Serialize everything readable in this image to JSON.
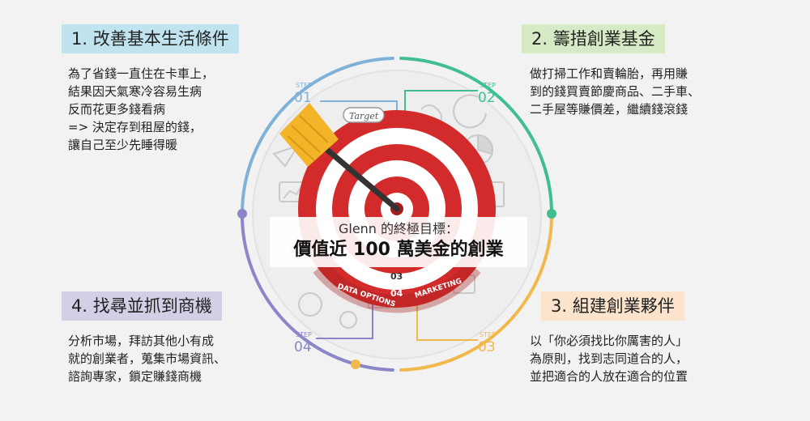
{
  "goal": {
    "line1": "Glenn 的終極目標：",
    "line2": "價值近 100 萬美金的創業"
  },
  "steps": [
    {
      "title": "1. 改善基本生活條件",
      "body": "為了省錢一直住在卡車上，\n結果因天氣寒冷容易生病\n反而花更多錢看病\n=> 決定存到租屋的錢，\n讓自己至少先睡得暖",
      "marker_word": "STEP",
      "marker_num": "01",
      "color": "#7fb2d8"
    },
    {
      "title": "2. 籌措創業基金",
      "body": "做打掃工作和賣輪胎，再用賺\n到的錢買賣節慶商品、二手車、\n二手屋等賺價差，繼續錢滾錢",
      "marker_word": "STEP",
      "marker_num": "02",
      "color": "#3fbf8f"
    },
    {
      "title": "3. 組建創業夥伴",
      "body": "以「你必須找比你厲害的人」\n為原則，找到志同道合的人，\n並把適合的人放在適合的位置",
      "marker_word": "STEP",
      "marker_num": "03",
      "color": "#f2b84b"
    },
    {
      "title": "4. 找尋並抓到商機",
      "body": "分析市場，拜訪其他小有成\n就的創業者，蒐集市場資訊、\n諮詢專家，鎖定賺錢商機",
      "marker_word": "STEP",
      "marker_num": "04",
      "color": "#8a86c8"
    }
  ],
  "illustration": {
    "target_label": "Target",
    "ring_labels": [
      "DATA OPTIONS",
      "03",
      "04",
      "MARKETING"
    ],
    "colors": {
      "red": "#d32b2b",
      "dark_red": "#a31d1d",
      "arrow": "#f3b429",
      "shaft": "#333333"
    }
  }
}
